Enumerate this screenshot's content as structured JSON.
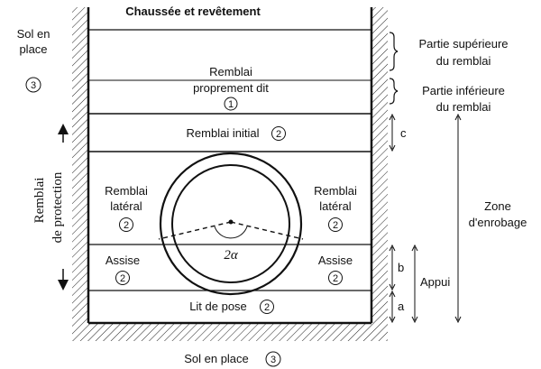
{
  "top_label": "Chaussée et revêtement",
  "sol_en_place_left": [
    "Sol en",
    "place"
  ],
  "sol_en_place_left_num": "3",
  "sol_en_place_bottom": "Sol en place",
  "sol_en_place_bottom_num": "3",
  "remblai_proprement": [
    "Remblai",
    "proprement dit"
  ],
  "remblai_proprement_num": "1",
  "remblai_initial": "Remblai initial",
  "remblai_initial_num": "2",
  "remblai_lateral_left": [
    "Remblai",
    "latéral"
  ],
  "remblai_lateral_left_num": "2",
  "remblai_lateral_right": [
    "Remblai",
    "latéral"
  ],
  "remblai_lateral_right_num": "2",
  "assise_left": "Assise",
  "assise_left_num": "2",
  "assise_right": "Assise",
  "assise_right_num": "2",
  "lit_de_pose": "Lit de pose",
  "lit_de_pose_num": "2",
  "angle_label": "2α",
  "vertical_label": [
    "Remblai",
    "de protection"
  ],
  "partie_superieure": [
    "Partie supérieure",
    "du remblai"
  ],
  "partie_inferieure": [
    "Partie inférieure",
    "du remblai"
  ],
  "dim_c": "c",
  "dim_b": "b",
  "dim_a": "a",
  "appui": "Appui",
  "zone_enrobage": [
    "Zone",
    "d'enrobage"
  ]
}
